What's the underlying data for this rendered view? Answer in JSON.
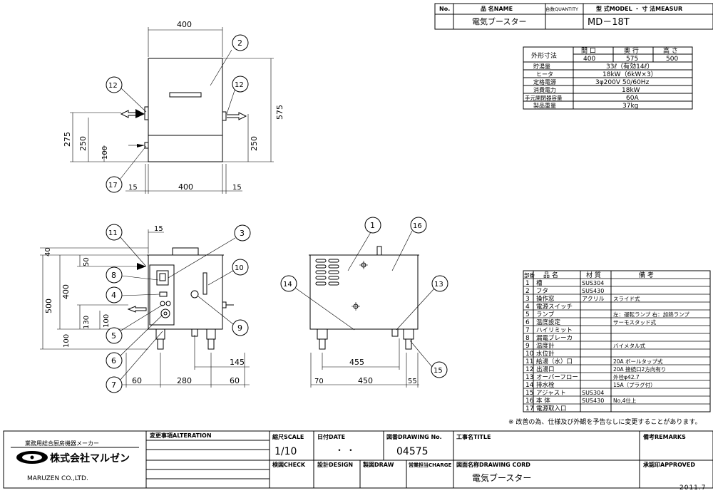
{
  "title_block": {
    "no_label": "No.",
    "name_label": "品 名NAME",
    "qty_label": "台数QUANTITY",
    "model_label": "型 式MODEL ・ 寸 法MEASUR",
    "name_value": "電気ブースター",
    "model_value": "MD－18T"
  },
  "specs": {
    "rows": [
      {
        "label": "外形寸法",
        "headers": [
          "間 口",
          "奥 行",
          "高 さ"
        ],
        "values": [
          "400",
          "575",
          "500"
        ]
      },
      {
        "label": "貯湯量",
        "value": "33ℓ（有効14ℓ）"
      },
      {
        "label": "ヒータ",
        "value": "18kW（6kW×3）"
      },
      {
        "label": "定格電源",
        "value": "3φ200V 50/60Hz"
      },
      {
        "label": "消費電力",
        "value": "18kW"
      },
      {
        "label": "手元開閉器容量",
        "value": "60A"
      },
      {
        "label": "製品重量",
        "value": "37kg"
      }
    ]
  },
  "parts": {
    "headers": [
      "部番",
      "品 名",
      "材 質",
      "備 考"
    ],
    "rows": [
      {
        "no": "1",
        "name": "槽",
        "material": "SUS304",
        "note": ""
      },
      {
        "no": "2",
        "name": "フタ",
        "material": "SUS430",
        "note": ""
      },
      {
        "no": "3",
        "name": "操作窓",
        "material": "アクリル",
        "note": "スライド式"
      },
      {
        "no": "4",
        "name": "電源スイッチ",
        "material": "",
        "note": ""
      },
      {
        "no": "5",
        "name": "ランプ",
        "material": "",
        "note": "左：運転ランプ 右：加熱ランプ"
      },
      {
        "no": "6",
        "name": "温度設定",
        "material": "",
        "note": "サーモスタッド式"
      },
      {
        "no": "7",
        "name": "ハイリミット",
        "material": "",
        "note": ""
      },
      {
        "no": "8",
        "name": "漏電ブレーカ",
        "material": "",
        "note": ""
      },
      {
        "no": "9",
        "name": "温度計",
        "material": "",
        "note": "バイメタル式"
      },
      {
        "no": "10",
        "name": "水位計",
        "material": "",
        "note": ""
      },
      {
        "no": "11",
        "name": "給湯（水）口",
        "material": "",
        "note": "20A ボールタップ式"
      },
      {
        "no": "12",
        "name": "出湯口",
        "material": "",
        "note": "20A 接続口2方向有り"
      },
      {
        "no": "13",
        "name": "オーバーフロー",
        "material": "",
        "note": "外径φ42.7"
      },
      {
        "no": "14",
        "name": "排水栓",
        "material": "",
        "note": "15A（プラグ付）"
      },
      {
        "no": "15",
        "name": "アジャスト",
        "material": "SUS304",
        "note": ""
      },
      {
        "no": "16",
        "name": "本 体",
        "material": "SUS430",
        "note": "No,4仕上"
      },
      {
        "no": "17",
        "name": "電源取入口",
        "material": "",
        "note": ""
      }
    ]
  },
  "note": "※ 改善の為、仕様及び外観を予告なしに変更することがあります。",
  "footer": {
    "maker_caption": "業務用総合厨房機器メーカー",
    "maker_name": "株式会社マルゼン",
    "maker_en": "MARUZEN CO.,LTD.",
    "alteration_label": "変更事項ALTERATION",
    "scale_label": "縮尺SCALE",
    "scale_value": "1/10",
    "date_label": "日付DATE",
    "date_value": "・  ・",
    "drawing_no_label": "図番DRAWING No.",
    "drawing_no_value": "04575",
    "work_title_label": "工事名TITLE",
    "remarks_label": "備考REMARKS",
    "check_label": "検図CHECK",
    "design_label": "設計DESIGN",
    "draw_label": "製図DRAW",
    "charge_label": "営業担当CHARGE",
    "drawing_cord_label": "図面名称DRAWING CORD",
    "drawing_cord_value": "電気ブースター",
    "approved_label": "承認印APPROVED",
    "year": "2011.7"
  },
  "dimensions": {
    "top_width": "400",
    "depth": "575",
    "h275": "275",
    "h250": "250",
    "h250r": "250",
    "h100": "100",
    "d15_left": "15",
    "d400_bottom": "400",
    "d15_right": "15",
    "f15": "15",
    "f40": "40",
    "f50": "50",
    "f400": "400",
    "f500": "500",
    "f130": "130",
    "f100a": "100",
    "f100b": "100",
    "f145": "145",
    "f60a": "60",
    "f280": "280",
    "f60b": "60",
    "s455": "455",
    "s70": "70",
    "s450": "450",
    "s55": "55"
  },
  "callouts": [
    "1",
    "2",
    "3",
    "4",
    "5",
    "6",
    "7",
    "8",
    "9",
    "10",
    "11",
    "12",
    "12",
    "13",
    "14",
    "15",
    "16",
    "17"
  ]
}
